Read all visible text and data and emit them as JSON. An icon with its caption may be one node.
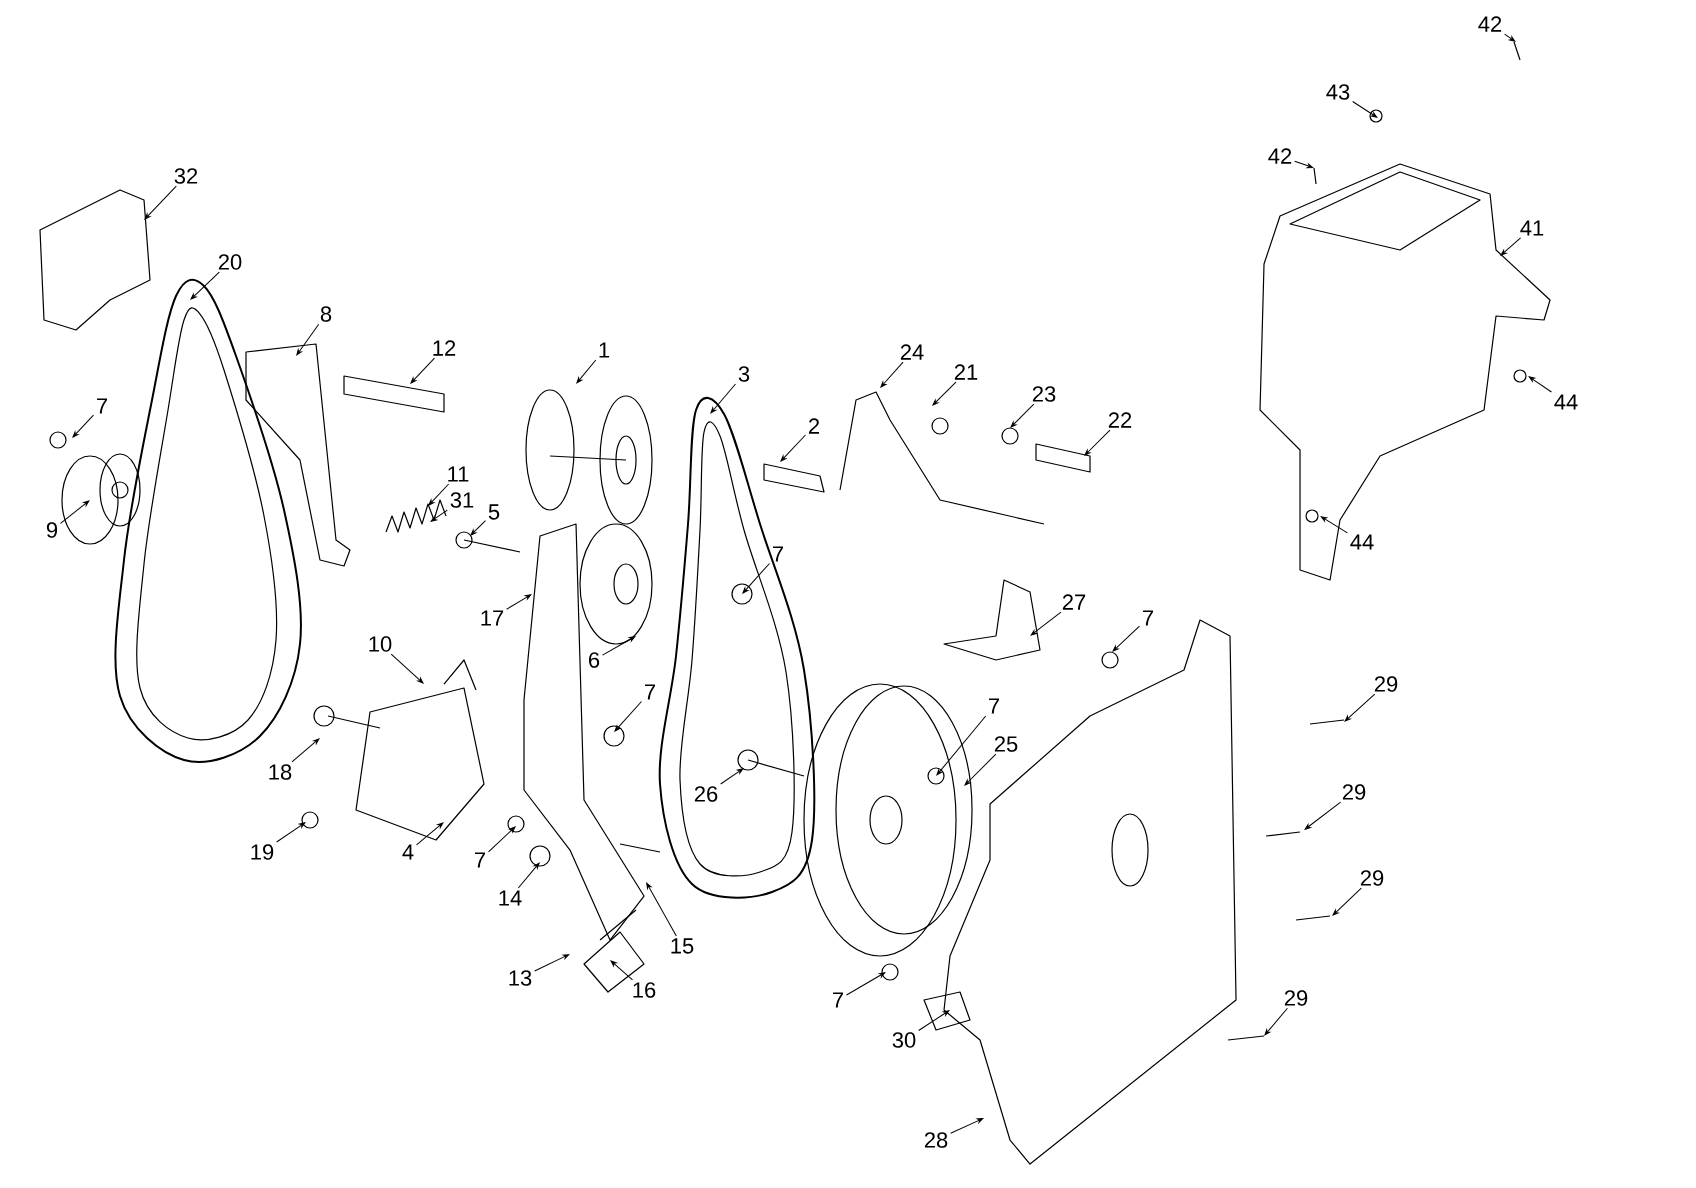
{
  "diagram": {
    "nodes": [
      {
        "text": [
          "42"
        ]
      },
      {
        "text": [
          "43"
        ]
      },
      {
        "text": [
          "42"
        ]
      },
      {
        "text": [
          "41"
        ]
      },
      {
        "text": [
          "44"
        ]
      },
      {
        "text": [
          "44"
        ]
      },
      {
        "text": [
          "32"
        ]
      },
      {
        "text": [
          "20"
        ]
      },
      {
        "text": [
          "8"
        ]
      },
      {
        "text": [
          "12"
        ]
      },
      {
        "text": [
          "1"
        ]
      },
      {
        "text": [
          "7"
        ]
      },
      {
        "text": [
          "9"
        ]
      },
      {
        "text": [
          "11"
        ]
      },
      {
        "text": [
          "31"
        ]
      },
      {
        "text": [
          "5"
        ]
      },
      {
        "text": [
          "3"
        ]
      },
      {
        "text": [
          "24"
        ]
      },
      {
        "text": [
          "21"
        ]
      },
      {
        "text": [
          "23"
        ]
      },
      {
        "text": [
          "22"
        ]
      },
      {
        "text": [
          "2"
        ]
      },
      {
        "text": [
          "7"
        ]
      },
      {
        "text": [
          "27"
        ]
      },
      {
        "text": [
          "7"
        ]
      },
      {
        "text": [
          "17"
        ]
      },
      {
        "text": [
          "6"
        ]
      },
      {
        "text": [
          "10"
        ]
      },
      {
        "text": [
          "7"
        ]
      },
      {
        "text": [
          "29"
        ]
      },
      {
        "text": [
          "7"
        ]
      },
      {
        "text": [
          "25"
        ]
      },
      {
        "text": [
          "18"
        ]
      },
      {
        "text": [
          "26"
        ]
      },
      {
        "text": [
          "29"
        ]
      },
      {
        "text": [
          "19"
        ]
      },
      {
        "text": [
          "4"
        ]
      },
      {
        "text": [
          "7"
        ]
      },
      {
        "text": [
          "14"
        ]
      },
      {
        "text": [
          "29"
        ]
      },
      {
        "text": [
          "15"
        ]
      },
      {
        "text": [
          "13"
        ]
      },
      {
        "text": [
          "16"
        ]
      },
      {
        "text": [
          "7"
        ]
      },
      {
        "text": [
          "29"
        ]
      },
      {
        "text": [
          "30"
        ]
      },
      {
        "text": [
          "28"
        ]
      }
    ],
    "edges": [
      {
        "from": 0,
        "to": null,
        "arrow": "to"
      },
      {
        "from": 1,
        "to": null,
        "arrow": "to"
      },
      {
        "from": 2,
        "to": null,
        "arrow": "to"
      },
      {
        "from": 3,
        "to": null,
        "arrow": "to"
      },
      {
        "from": 4,
        "to": null,
        "arrow": "to"
      },
      {
        "from": 5,
        "to": null,
        "arrow": "to"
      },
      {
        "from": 6,
        "to": null,
        "arrow": "to"
      },
      {
        "from": 7,
        "to": null,
        "arrow": "to"
      },
      {
        "from": 8,
        "to": null,
        "arrow": "to"
      },
      {
        "from": 9,
        "to": null,
        "arrow": "to"
      },
      {
        "from": 10,
        "to": null,
        "arrow": "to"
      },
      {
        "from": 11,
        "to": null,
        "arrow": "to"
      },
      {
        "from": 12,
        "to": null,
        "arrow": "to"
      },
      {
        "from": 13,
        "to": null,
        "arrow": "to"
      },
      {
        "from": 14,
        "to": null,
        "arrow": "to"
      },
      {
        "from": 15,
        "to": null,
        "arrow": "to"
      },
      {
        "from": 16,
        "to": null,
        "arrow": "to"
      },
      {
        "from": 17,
        "to": null,
        "arrow": "to"
      },
      {
        "from": 18,
        "to": null,
        "arrow": "to"
      },
      {
        "from": 19,
        "to": null,
        "arrow": "to"
      },
      {
        "from": 20,
        "to": null,
        "arrow": "to"
      },
      {
        "from": 21,
        "to": null,
        "arrow": "to"
      },
      {
        "from": 22,
        "to": null,
        "arrow": "to"
      },
      {
        "from": 23,
        "to": null,
        "arrow": "to"
      },
      {
        "from": 24,
        "to": null,
        "arrow": "to"
      },
      {
        "from": 25,
        "to": null,
        "arrow": "to"
      },
      {
        "from": 26,
        "to": null,
        "arrow": "to"
      },
      {
        "from": 27,
        "to": null,
        "arrow": "to"
      },
      {
        "from": 28,
        "to": null,
        "arrow": "to"
      },
      {
        "from": 29,
        "to": null,
        "arrow": "to"
      },
      {
        "from": 30,
        "to": null,
        "arrow": "to"
      },
      {
        "from": 31,
        "to": null,
        "arrow": "to"
      },
      {
        "from": 32,
        "to": null,
        "arrow": "to"
      },
      {
        "from": 33,
        "to": null,
        "arrow": "to"
      },
      {
        "from": 34,
        "to": null,
        "arrow": "to"
      },
      {
        "from": 35,
        "to": null,
        "arrow": "to"
      },
      {
        "from": 36,
        "to": null,
        "arrow": "to"
      },
      {
        "from": 37,
        "to": null,
        "arrow": "to"
      },
      {
        "from": 38,
        "to": null,
        "arrow": "to"
      },
      {
        "from": 39,
        "to": null,
        "arrow": "to"
      },
      {
        "from": 40,
        "to": null,
        "arrow": "to"
      },
      {
        "from": 41,
        "to": null,
        "arrow": "to"
      },
      {
        "from": 42,
        "to": null,
        "arrow": "to"
      },
      {
        "from": 43,
        "to": null,
        "arrow": "to"
      },
      {
        "from": 44,
        "to": null,
        "arrow": "to"
      },
      {
        "from": 45,
        "to": null,
        "arrow": "to"
      },
      {
        "from": 46,
        "to": null,
        "arrow": "to"
      }
    ]
  }
}
